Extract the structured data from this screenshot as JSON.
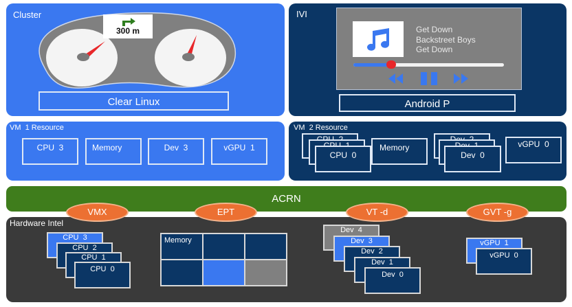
{
  "cluster": {
    "title": "Cluster",
    "nav_distance": "300 m",
    "nav_icon": "turn-right-arrow-icon",
    "os_label": "Clear Linux",
    "colors": {
      "panel": "#3a78f0",
      "gauge_needle": "#e8272a",
      "nav_arrow": "#2e7d1e"
    }
  },
  "ivi": {
    "title": "IVI",
    "player": {
      "album_art_icon": "music-note-icon",
      "track": "Get Down",
      "artist": "Backstreet Boys",
      "album": "Get Down",
      "progress_percent": 25,
      "controls": [
        "rewind-icon",
        "pause-icon",
        "fast-forward-icon"
      ]
    },
    "os_label": "Android P",
    "colors": {
      "panel": "#0b3665"
    }
  },
  "vm1": {
    "title": "VM  1 Resource",
    "items": [
      "CPU  3",
      "Memory",
      "Dev  3",
      "vGPU  1"
    ]
  },
  "vm2": {
    "title": "VM  2 Resource",
    "cpu_stack": [
      "CPU  2",
      "CPU  1",
      "CPU  0"
    ],
    "memory": "Memory",
    "dev_stack": [
      "Dev  2",
      "Dev  1",
      "Dev  0"
    ],
    "vgpu": "vGPU  0"
  },
  "hypervisor": {
    "label": "ACRN",
    "features": [
      "VMX",
      "EPT",
      "VT -d",
      "GVT -g"
    ],
    "colors": {
      "bar": "#3f7d1c",
      "feature": "#ec7032"
    }
  },
  "hardware": {
    "title": "Hardware Intel",
    "cpu_stack": [
      "CPU  3",
      "CPU  2",
      "CPU  1",
      "CPU  0"
    ],
    "memory_label": "Memory",
    "dev_stack": [
      "Dev  4",
      "Dev  3",
      "Dev  2",
      "Dev  1",
      "Dev  0"
    ],
    "vgpu_stack": [
      "vGPU  1",
      "vGPU  0"
    ]
  }
}
